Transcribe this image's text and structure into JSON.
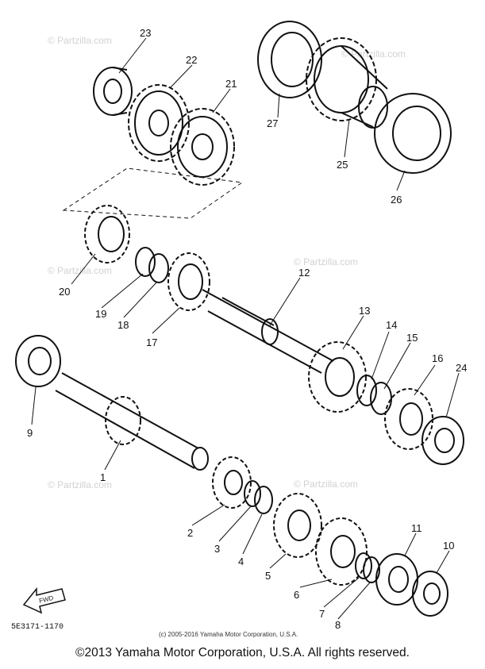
{
  "diagram": {
    "callouts": {
      "c1": "1",
      "c2": "2",
      "c3": "3",
      "c4": "4",
      "c5": "5",
      "c6": "6",
      "c7": "7",
      "c8": "8",
      "c9": "9",
      "c10": "10",
      "c11": "11",
      "c12": "12",
      "c13": "13",
      "c14": "14",
      "c15": "15",
      "c16": "16",
      "c17": "17",
      "c18": "18",
      "c19": "19",
      "c20": "20",
      "c21": "21",
      "c22": "22",
      "c23": "23",
      "c24": "24",
      "c25": "25",
      "c26": "26",
      "c27": "27"
    },
    "watermark": "© Partzilla.com",
    "fwd_label": "FWD",
    "part_code": "5E3171-1170",
    "fine_copyright": "(c) 2005-2016 Yamaha Motor Corporation, U.S.A."
  },
  "footer": {
    "copyright": "©2013 Yamaha Motor Corporation, U.S.A. All rights reserved."
  },
  "colors": {
    "ink": "#111111",
    "watermark": "#d2d2d2",
    "background": "#ffffff"
  }
}
